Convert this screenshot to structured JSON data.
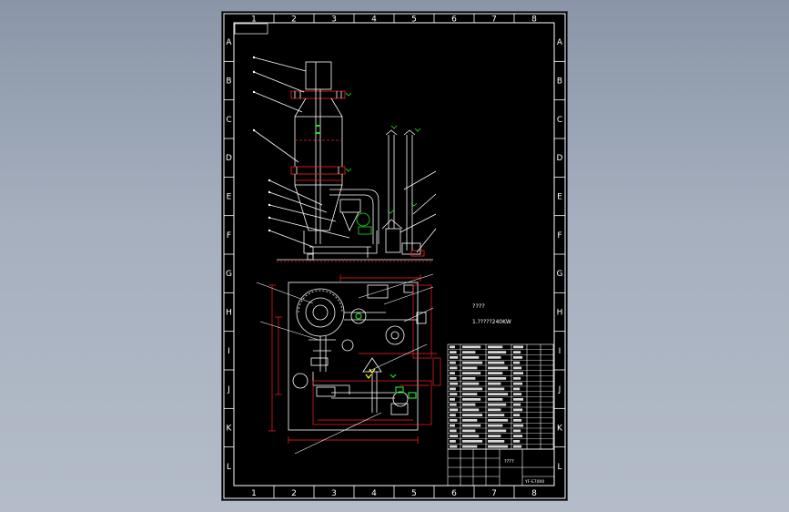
{
  "drawing": {
    "columns": [
      "1",
      "2",
      "3",
      "4",
      "5",
      "6",
      "7",
      "8"
    ],
    "rows": [
      "A",
      "B",
      "C",
      "D",
      "E",
      "F",
      "G",
      "H",
      "I",
      "J",
      "K",
      "L"
    ],
    "plan_note_title": "????",
    "plan_note_line": "1.?????240KW",
    "title_block_label": "????",
    "title_block_code": "YF-E7000"
  },
  "colors": {
    "background": "#000000",
    "lines": "#ffffff",
    "red": "#ff2020",
    "green": "#22dd22",
    "yellow": "#ffff00",
    "outer": "#9aa4b4"
  }
}
